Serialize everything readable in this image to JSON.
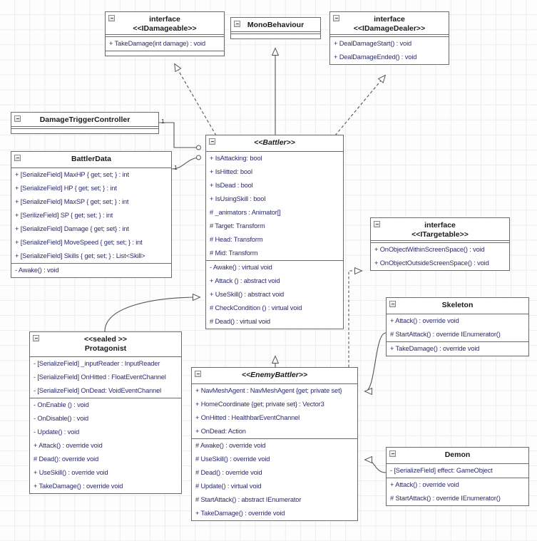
{
  "diagram": {
    "title": "UML Class Diagram",
    "icon": "collapse-minus-icon",
    "colors": {
      "member_text": "#2b2b6b",
      "border": "#6b6b6b",
      "background": "#fdfdfd"
    }
  },
  "classes": {
    "idamageable": {
      "stereotype": "interface",
      "name": "<<IDamageable>>",
      "members": [
        "+ TakeDamage(int damage) : void"
      ],
      "has_empty_section": true
    },
    "monobehaviour": {
      "stereotype": "",
      "name": "MonoBehaviour",
      "members": [],
      "has_empty_section": true
    },
    "idamagedealer": {
      "stereotype": "interface",
      "name": "<<IDamageDealer>>",
      "members": [
        "+ DealDamageStart() : void",
        "+ DealDamageEnded() : void"
      ]
    },
    "damagetrigger": {
      "stereotype": "",
      "name": "DamageTriggerController",
      "members": [],
      "has_empty_section": true
    },
    "battlerdata": {
      "stereotype": "",
      "name": "BattlerData",
      "attributes": [
        "+ [SerializeField] MaxHP { get; set; } : int",
        "+ [SerializeField] HP { get; set; } : int",
        "+ [SerializeField] MaxSP { get; set; } : int",
        "+ [SerilizeField] SP { get; set; } : int",
        "+ [SerializeField] Damage { get;  set} : int",
        "+ [SerializeField] MoveSpeed { get; set; } : int",
        "+ [SerializeField] Skills { get; set; } : List<Skill>"
      ],
      "methods": [
        "- Awake() : void"
      ]
    },
    "battler": {
      "stereotype": "",
      "name": "<<Battler>>",
      "italic": true,
      "attributes": [
        "+ IsAttacking: bool",
        "+ IsHitted: bool",
        "+ IsDead : bool",
        "+ IsUsingSkill : bool",
        "# _animators : Animator[]",
        "# Target: Transform",
        "# Head: Transform",
        "# Mid: Transform"
      ],
      "methods": [
        "- Awake() : virtual void",
        "+ Attack () : abstract void",
        "+ UseSkill() : abstract void",
        "# CheckCondition () : virtual void",
        "# Dead() : virtual void"
      ]
    },
    "itargetable": {
      "stereotype": "interface",
      "name": "<<ITargetable>>",
      "members": [
        "+ OnObjectWithinScreenSpace() : void",
        "+ OnObjectOutsideScreenSpace() : void"
      ]
    },
    "skeleton": {
      "stereotype": "",
      "name": "Skeleton",
      "attributes": [
        "+ Attack() : override void",
        "# StartAttack() : override IEnumerator()"
      ],
      "methods": [
        "+ TakeDamage() : override void"
      ]
    },
    "protagonist": {
      "stereotype": "<<sealed >>",
      "name": "Protagonist",
      "attributes": [
        "- [SerializeField] _inputReader : InputReader",
        "- [SerializeField] OnHitted : FloatEventChannel",
        "- [SerializeField] OnDead: VoidEventChannel"
      ],
      "methods": [
        "- OnEnable () : void",
        "- OnDisable() : void",
        "- Update() : void",
        "+ Attack() : override void",
        "# Dead(): override void",
        "+ UseSkill() : override void",
        "+ TakeDamage() : override void"
      ]
    },
    "enemybattler": {
      "stereotype": "",
      "name": "<<EnemyBattler>>",
      "italic": true,
      "attributes": [
        "+ NavMeshAgent : NavMeshAgent {get; private set}",
        "+ HomeCoordinate {get; private set} : Vector3",
        "+ OnHitted : HealthbarEventChannel",
        "+ OnDead: Action"
      ],
      "methods": [
        "# Awake() : override void",
        "# UseSkill() : override void",
        "# Dead() : override void",
        "# Update() : virtual void",
        "# StartAttack() : abstract IEnumerator",
        "+ TakeDamage() : override void"
      ]
    },
    "demon": {
      "stereotype": "",
      "name": "Demon",
      "attributes": [
        "- [SerializeField] effect: GameObject"
      ],
      "methods": [
        "+ Attack() : override void",
        "# StartAttack() : override IEnumerator()"
      ]
    }
  },
  "multiplicities": {
    "damagetrigger_to_battler": "1",
    "battlerdata_to_battler": "1"
  }
}
